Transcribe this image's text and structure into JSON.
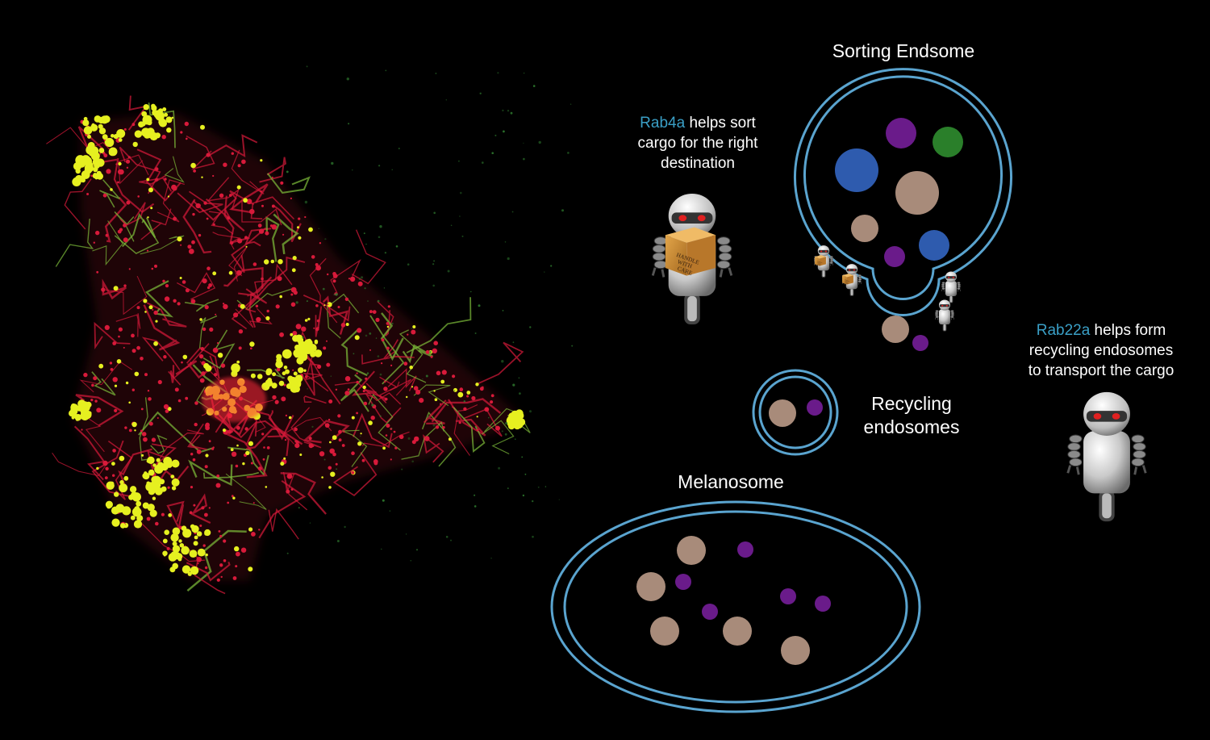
{
  "titles": {
    "sorting": "Sorting Endsome",
    "recycling_line1": "Recycling",
    "recycling_line2": "endosomes",
    "melanosome": "Melanosome"
  },
  "notes": {
    "rab4a": {
      "name": "Rab4a",
      "line1_rest": " helps sort",
      "line2": "cargo for the right",
      "line3": "destination"
    },
    "rab22a": {
      "name": "Rab22a",
      "line1_rest": " helps form",
      "line2": "recycling endosomes",
      "line3": "to transport the cargo"
    }
  },
  "box_label": "HANDLE WITH CARE",
  "colors": {
    "membrane": "#5aa4cf",
    "rab_text": "#3a9fc6",
    "brown": "#a88b7a",
    "purple": "#6a1b8a",
    "blue": "#2e5bae",
    "green": "#2a7f2a",
    "red_signal": "#d81a3a",
    "yellow_signal": "#e6f020"
  },
  "icons": [
    "robot-icon",
    "cargo-box-icon",
    "cell-micrograph-image"
  ]
}
